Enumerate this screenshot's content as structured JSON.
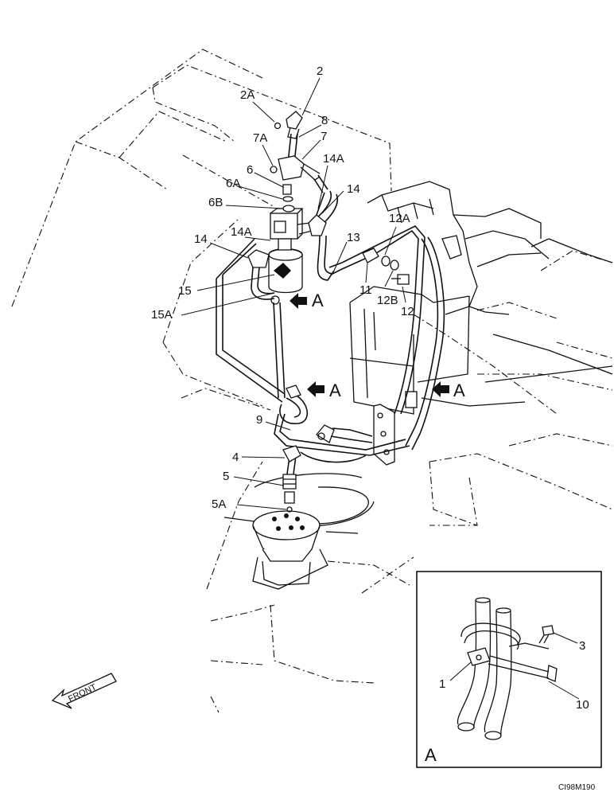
{
  "labels": {
    "l2": "2",
    "l2A": "2A",
    "l8": "8",
    "l7A": "7A",
    "l7": "7",
    "l6": "6",
    "l14A_top": "14A",
    "l6A": "6A",
    "l14_top": "14",
    "l6B": "6B",
    "l12A": "12A",
    "l14_left": "14",
    "l14A_left": "14A",
    "l13": "13",
    "l11": "11",
    "l12B": "12B",
    "l12": "12",
    "l15": "15",
    "l15A": "15A",
    "l9": "9",
    "l4": "4",
    "l5": "5",
    "l5A": "5A",
    "l3": "3",
    "l1": "1",
    "l10": "10"
  },
  "view_markers": {
    "a1": "A",
    "a2": "A",
    "a3": "A"
  },
  "detail": {
    "title": "A"
  },
  "front_label": "FRONT",
  "figure_code": "CI98M190"
}
